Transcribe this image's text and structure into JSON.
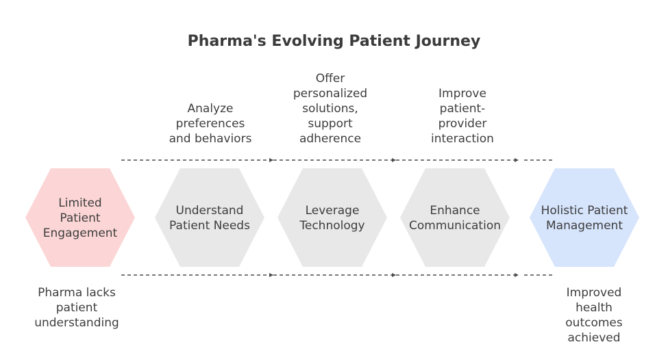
{
  "title": "Pharma's Evolving Patient Journey",
  "colors": {
    "start_fill": "#fcd6d6",
    "step_fill": "#e8e8e8",
    "end_fill": "#d6e4fc",
    "connector": "#4a4a4a",
    "text": "#3d3d3d"
  },
  "nodes": [
    {
      "label_lines": [
        "Limited",
        "Patient",
        "Engagement"
      ],
      "kind": "start"
    },
    {
      "label_lines": [
        "Understand",
        "Patient Needs"
      ],
      "kind": "step"
    },
    {
      "label_lines": [
        "Leverage",
        "Technology"
      ],
      "kind": "step"
    },
    {
      "label_lines": [
        "Enhance",
        "Communication"
      ],
      "kind": "step"
    },
    {
      "label_lines": [
        "Holistic Patient",
        "Management"
      ],
      "kind": "end"
    }
  ],
  "top_notes": [
    "Analyze\npreferences\nand behaviors",
    "Offer\npersonalized\nsolutions,\nsupport\nadherence",
    "Improve\npatient-\nprovider\ninteraction"
  ],
  "bottom_notes": {
    "start": "Pharma lacks\npatient\nunderstanding",
    "end": "Improved\nhealth\noutcomes\nachieved"
  }
}
